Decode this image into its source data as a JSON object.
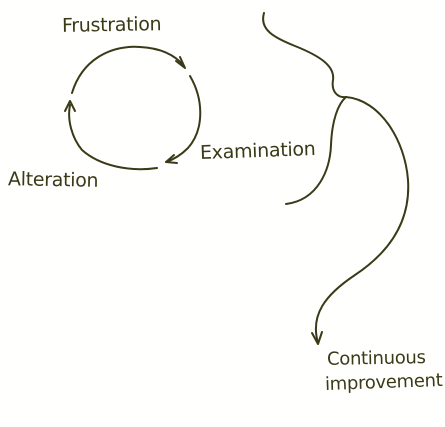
{
  "diagram": {
    "cycle": {
      "stages": [
        {
          "id": "frustration",
          "label": "Frustration"
        },
        {
          "id": "examination",
          "label": "Examination"
        },
        {
          "id": "alteration",
          "label": "Alteration"
        }
      ]
    },
    "outcome": {
      "lines": [
        "Continuous",
        "improvement"
      ]
    },
    "colors": {
      "ink": "#3a3a18",
      "background": "#fffffd"
    }
  }
}
